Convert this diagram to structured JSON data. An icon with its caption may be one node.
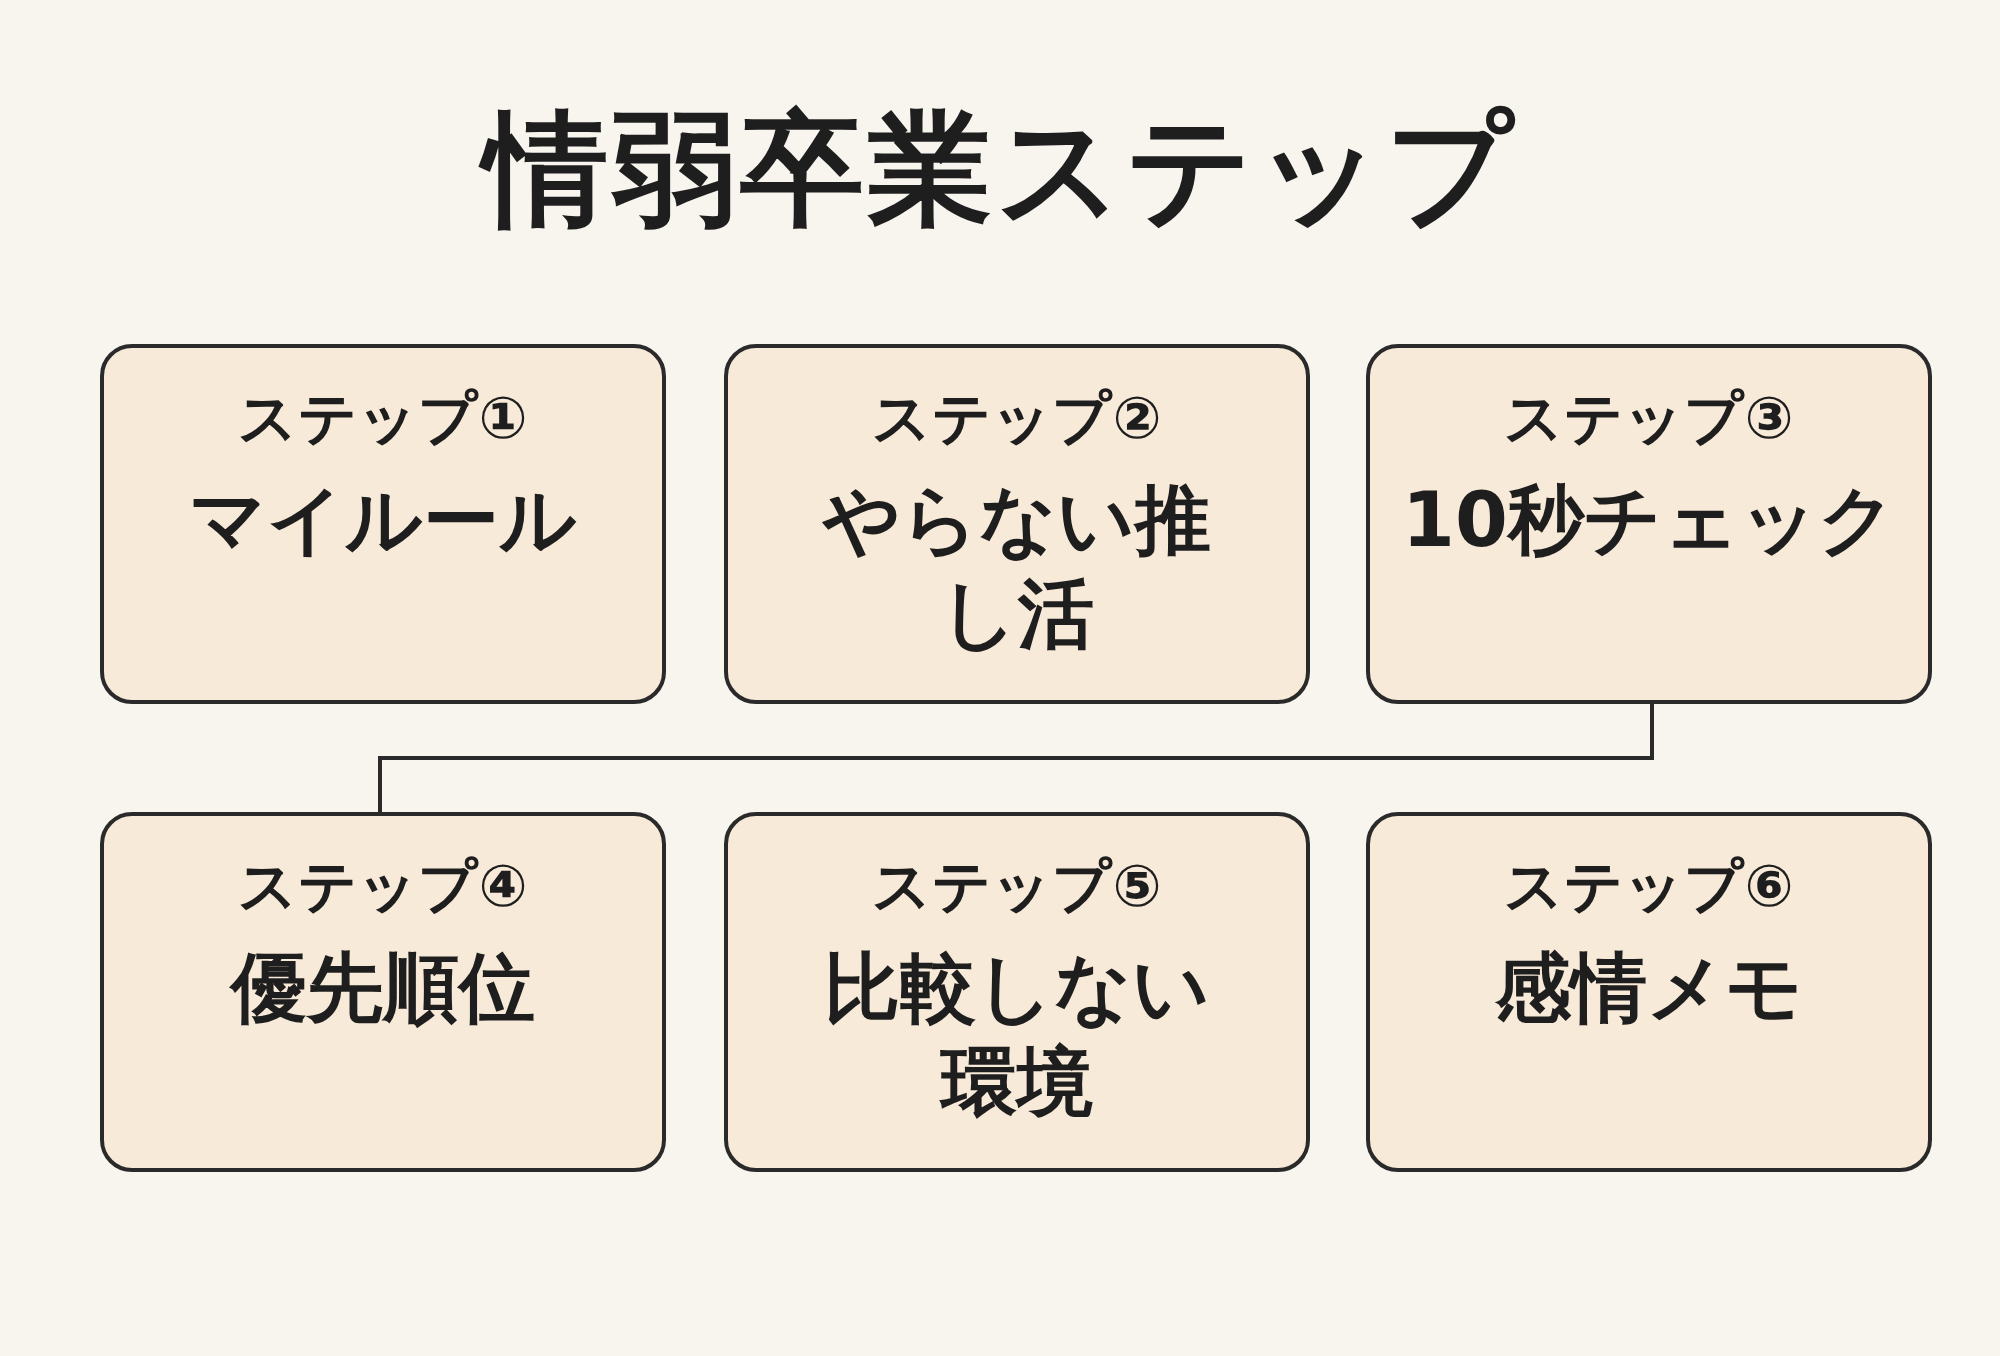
{
  "diagram": {
    "title": "情弱卒業ステップ",
    "nodes": [
      {
        "text": [
          "ステップ①",
          "マイルール"
        ]
      },
      {
        "text": [
          "ステップ②",
          "やらない推し活"
        ]
      },
      {
        "text": [
          "ステップ③",
          "10秒チェック"
        ]
      },
      {
        "text": [
          "ステップ④",
          "優先順位"
        ]
      },
      {
        "text": [
          "ステップ⑤",
          "比較しない環境"
        ]
      },
      {
        "text": [
          "ステップ⑥",
          "感情メモ"
        ]
      }
    ],
    "edges": [
      {
        "from": 2,
        "to": 3,
        "arrow": "none"
      }
    ]
  }
}
